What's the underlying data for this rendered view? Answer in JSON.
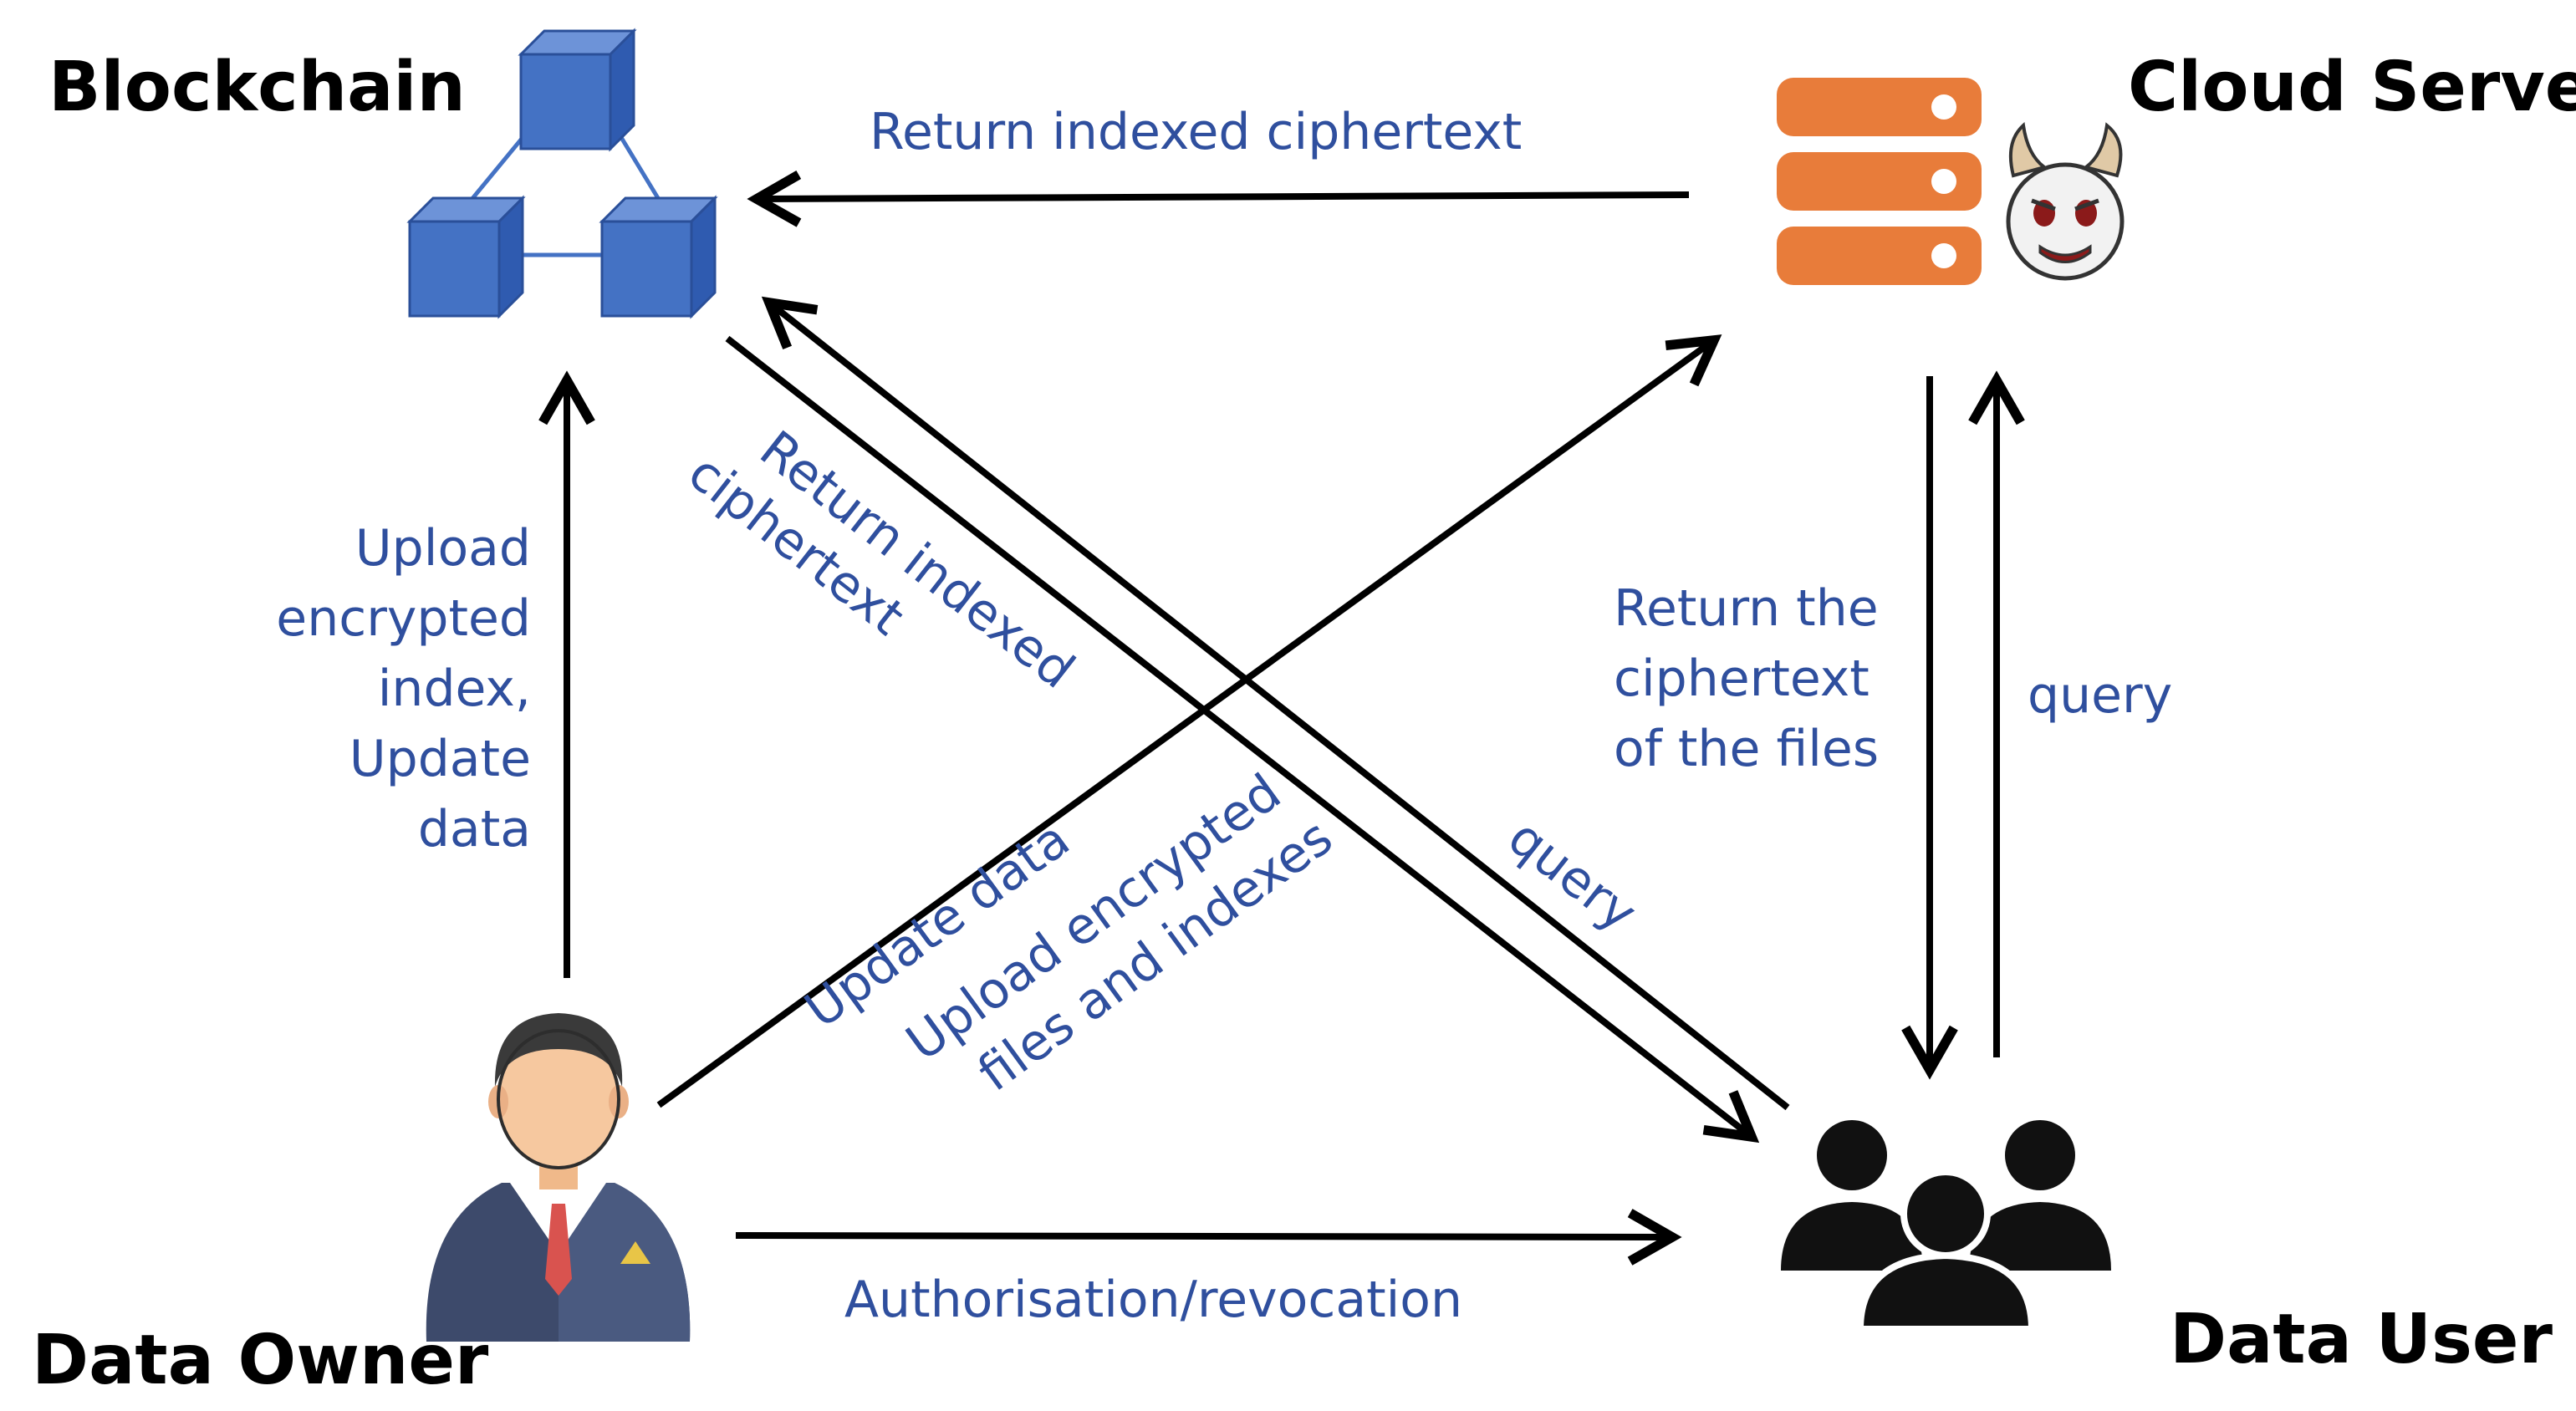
{
  "nodes": {
    "blockchain": {
      "label": "Blockchain",
      "icon": "blockchain-icon"
    },
    "cloud_server": {
      "label": "Cloud Server",
      "icon": "server-icon"
    },
    "data_owner": {
      "label": "Data Owner",
      "icon": "businessman-icon"
    },
    "data_user": {
      "label": "Data User",
      "icon": "user-group-icon"
    }
  },
  "edges": {
    "cloud_to_blockchain": {
      "label": "Return indexed ciphertext"
    },
    "owner_to_blockchain": {
      "lines": [
        "Upload",
        "encrypted",
        "index,",
        "Update",
        "data"
      ]
    },
    "blockchain_to_user": {
      "lines": [
        "Return indexed",
        "ciphertext"
      ]
    },
    "user_to_blockchain": {
      "label": "query"
    },
    "owner_to_cloud": {
      "lines": [
        "Update data",
        "Upload encrypted",
        "files and indexes"
      ]
    },
    "cloud_to_user": {
      "lines": [
        "Return the",
        "ciphertext",
        "of the files"
      ]
    },
    "user_to_cloud": {
      "label": "query"
    },
    "owner_to_user": {
      "label": "Authorisation/revocation"
    }
  },
  "colors": {
    "label_text": "#2f4f9e",
    "block_fill": "#4472c4",
    "server_fill": "#e87c3a",
    "person_suit": "#3d4a6b",
    "person_skin": "#f6c89f",
    "group_fill": "#111111"
  }
}
